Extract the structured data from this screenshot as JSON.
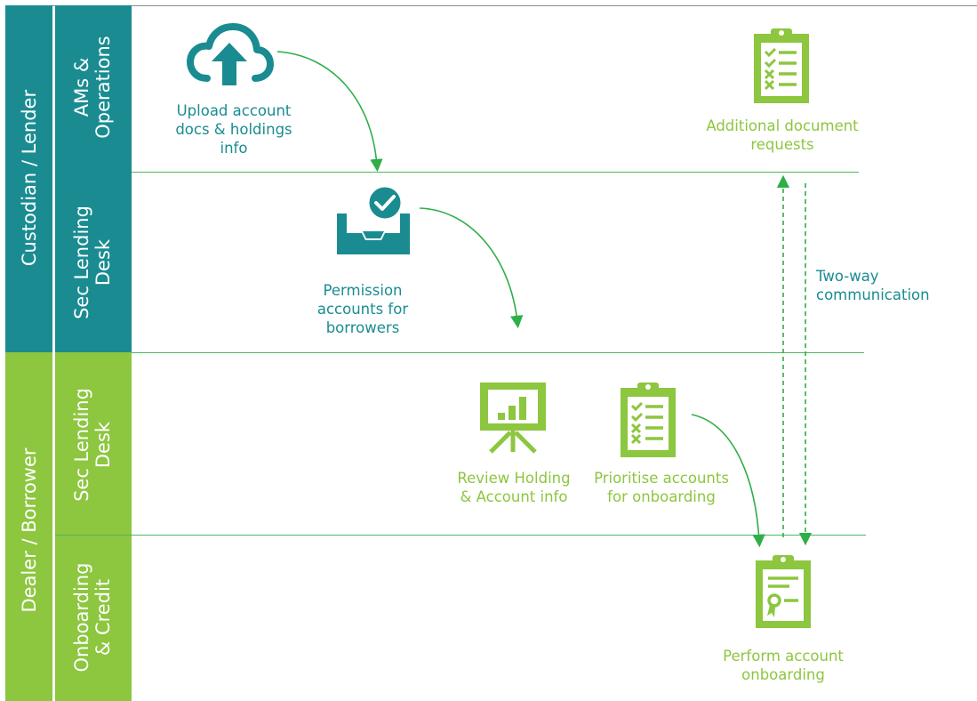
{
  "groups": {
    "custodian": "Custodian / Lender",
    "dealer": "Dealer / Borrower"
  },
  "lanes": {
    "ams_ops": [
      "AMs &",
      "Operations"
    ],
    "sec_lending_custodian": [
      "Sec Lending",
      "Desk"
    ],
    "sec_lending_dealer": [
      "Sec Lending",
      "Desk"
    ],
    "onboarding_credit": [
      "Onboarding",
      "& Credit"
    ]
  },
  "steps": {
    "upload": [
      "Upload account",
      "docs & holdings",
      "info"
    ],
    "permission": [
      "Permission",
      "accounts for",
      "borrowers"
    ],
    "review": [
      "Review Holding",
      "& Account info"
    ],
    "prioritise": [
      "Prioritise accounts",
      "for onboarding"
    ],
    "additional": [
      "Additional document",
      "requests"
    ],
    "perform": [
      "Perform account",
      "onboarding"
    ]
  },
  "annotation": {
    "two_way": [
      "Two-way",
      "communication"
    ]
  },
  "icons": {
    "upload": "cloud-upload-icon",
    "permission": "inbox-check-icon",
    "review": "presentation-chart-icon",
    "prioritise": "checklist-clipboard-icon",
    "additional": "checklist-clipboard-icon",
    "perform": "certificate-clipboard-icon"
  },
  "colors": {
    "teal": "#1a8c91",
    "green": "#8dc63f",
    "arrow": "#2fae48"
  }
}
